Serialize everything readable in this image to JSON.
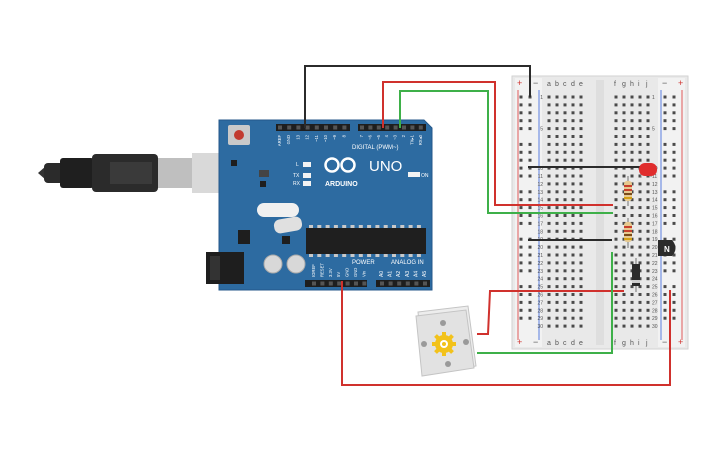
{
  "canvas": {
    "background": "#ffffff"
  },
  "arduino": {
    "logo_text": "ARDUINO",
    "model": "UNO",
    "digital_label": "DIGITAL (PWM~)",
    "on_label": "ON",
    "l_label": "L",
    "tx_label": "TX",
    "rx_label": "RX",
    "power_label": "POWER",
    "analog_label": "ANALOG IN",
    "digital_pins": [
      "AREF",
      "GND",
      "13",
      "12",
      "~11",
      "~10",
      "~9",
      "8",
      "7",
      "~6",
      "~5",
      "4",
      "~3",
      "2",
      "TX▸1",
      "RX◂0"
    ],
    "power_pins": [
      "IOREF",
      "RESET",
      "3.3V",
      "5V",
      "GND",
      "GND",
      "Vin"
    ],
    "analog_pins": [
      "A0",
      "A1",
      "A2",
      "A3",
      "A4",
      "A5"
    ],
    "board_color": "#2d6ba1"
  },
  "breadboard": {
    "col_letters_left": [
      "a",
      "b",
      "c",
      "d",
      "e"
    ],
    "col_letters_right": [
      "f",
      "g",
      "h",
      "i",
      "j"
    ],
    "plus": "+",
    "minus": "−",
    "row_labels_left": [
      "1",
      "",
      "",
      "",
      "5",
      "",
      "",
      "",
      "",
      "10",
      "11",
      "12",
      "13",
      "14",
      "15",
      "16",
      "17",
      "18",
      "19",
      "20",
      "21",
      "22",
      "23",
      "24",
      "25",
      "26",
      "27",
      "28",
      "29",
      "30"
    ],
    "row_labels_right": [
      "1",
      "",
      "",
      "",
      "5",
      "",
      "",
      "",
      "",
      "10",
      "11",
      "12",
      "13",
      "14",
      "15",
      "16",
      "17",
      "18",
      "19",
      "20",
      "21",
      "22",
      "23",
      "24",
      "25",
      "26",
      "27",
      "28",
      "29",
      "30"
    ]
  },
  "transistor": {
    "label": "N"
  },
  "wires": {
    "red": "#d0312d",
    "black": "#2b2b2b",
    "green": "#3eb049"
  }
}
